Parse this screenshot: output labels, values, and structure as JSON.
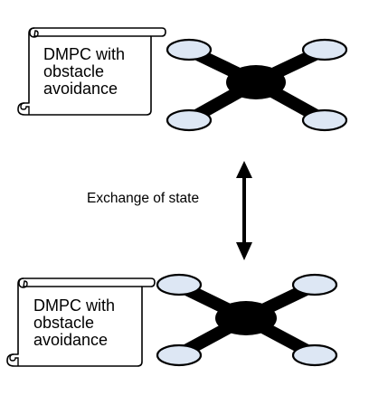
{
  "agents": [
    {
      "scroll_lines": [
        "DMPC with",
        "obstacle",
        "avoidance"
      ],
      "icon": "quadcopter-icon"
    },
    {
      "scroll_lines": [
        "DMPC with",
        "obstacle",
        "avoidance"
      ],
      "icon": "quadcopter-icon"
    }
  ],
  "link": {
    "label": "Exchange of state",
    "icon": "double-arrow-icon"
  },
  "colors": {
    "rotor_fill": "#dde7f4",
    "body_fill": "#000000",
    "stroke": "#000000",
    "background": "#ffffff"
  }
}
